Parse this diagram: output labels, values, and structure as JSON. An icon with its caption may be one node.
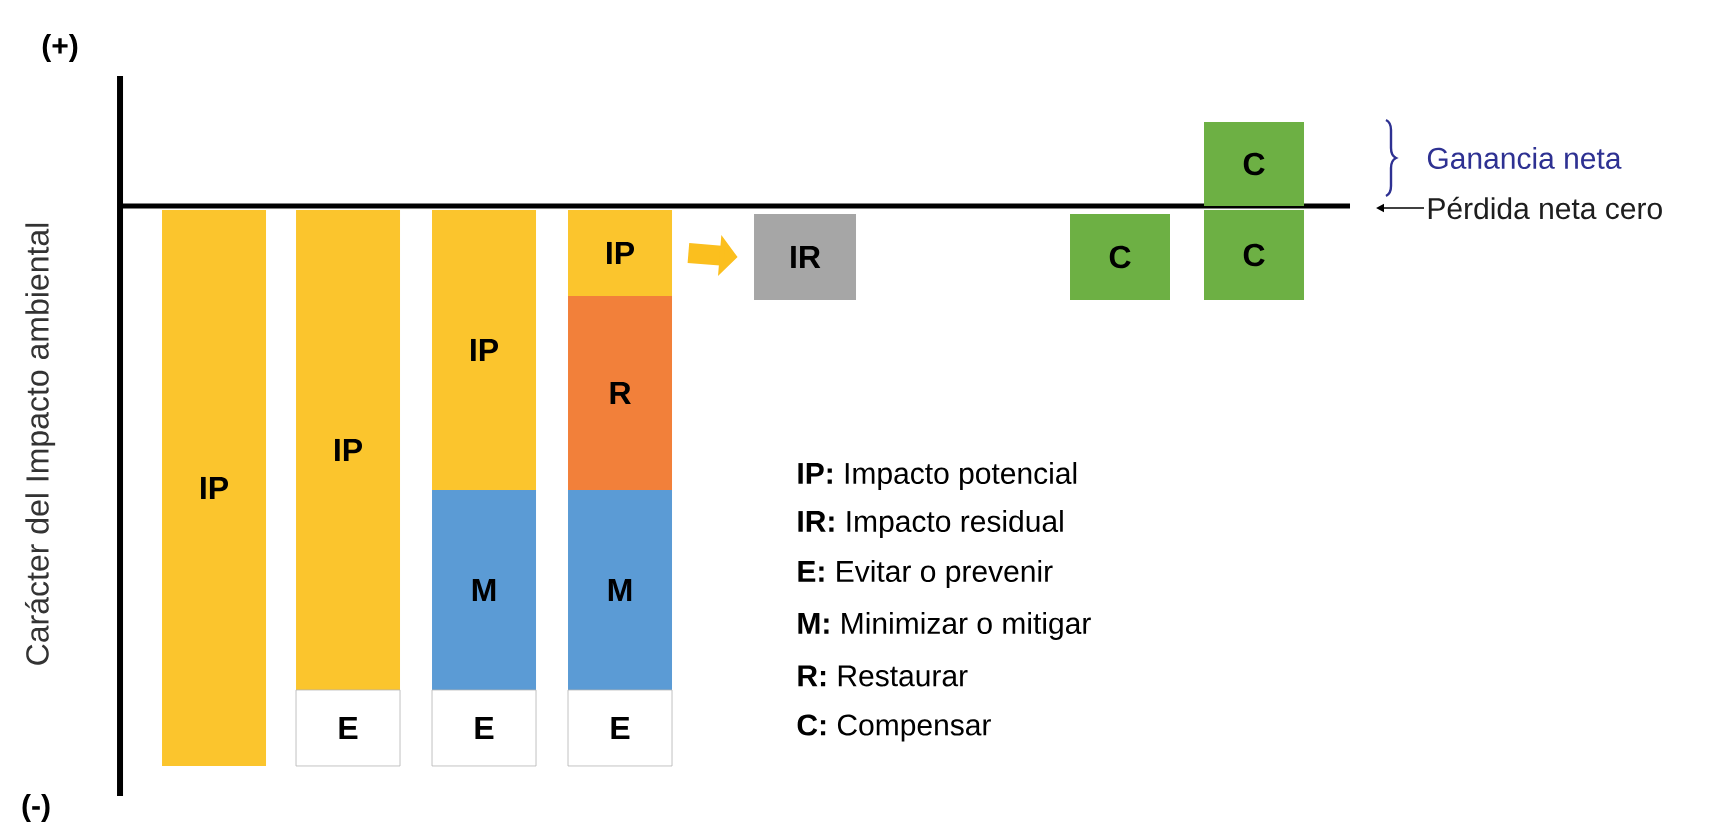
{
  "diagram": {
    "nodes": [
      {
        "text": [
          "IP"
        ]
      },
      {
        "text": [
          "IP"
        ]
      },
      {
        "text": [
          "E"
        ]
      },
      {
        "text": [
          "IP"
        ]
      },
      {
        "text": [
          "M"
        ]
      },
      {
        "text": [
          "E"
        ]
      },
      {
        "text": [
          "IP"
        ]
      },
      {
        "text": [
          "R"
        ]
      },
      {
        "text": [
          "M"
        ]
      },
      {
        "text": [
          "E"
        ]
      },
      {
        "text": [
          "IR"
        ]
      },
      {
        "text": [
          "C"
        ]
      },
      {
        "text": [
          "C"
        ]
      },
      {
        "text": [
          "C"
        ]
      },
      {
        "text": [
          "Pérdida neta cero"
        ]
      }
    ],
    "edges": [
      {
        "from": 6,
        "to": 10,
        "arrow": "to",
        "style": "thick",
        "color": "#fbbf1e"
      },
      {
        "from": 14,
        "to": null,
        "arrow": "to",
        "color": "#000000"
      }
    ],
    "labels": [
      "(+)",
      "Ganancia neta",
      "Carácter del Impacto ambiental",
      "**IP:** Impacto potencial",
      "**IR:** Impacto residual",
      "**E:** Evitar o prevenir",
      "**M:** Minimizar o mitigar",
      "**R:** Restaurar",
      "**C:** Compensar",
      "(-)"
    ]
  }
}
